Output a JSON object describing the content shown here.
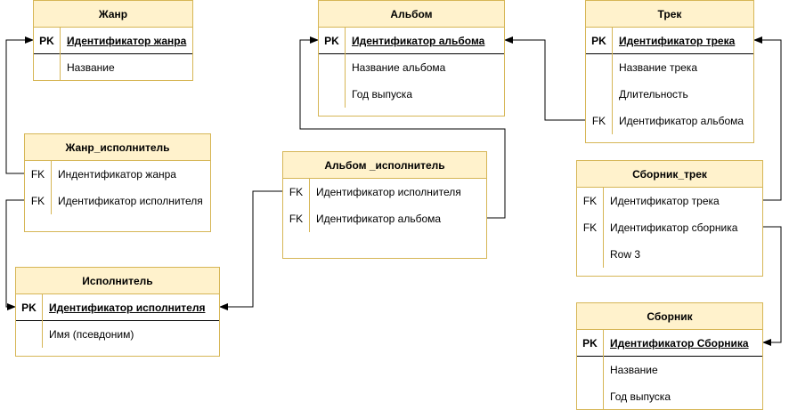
{
  "entities": {
    "genre": {
      "title": "Жанр",
      "rows": [
        {
          "key": "PK",
          "label": "Идентификатор жанра"
        },
        {
          "key": "",
          "label": "Название"
        }
      ]
    },
    "album": {
      "title": "Альбом",
      "rows": [
        {
          "key": "PK",
          "label": "Идентификатор альбома"
        },
        {
          "key": "",
          "label": "Название альбома"
        },
        {
          "key": "",
          "label": "Год выпуска"
        }
      ]
    },
    "track": {
      "title": "Трек",
      "rows": [
        {
          "key": "PK",
          "label": "Идентификатор трека"
        },
        {
          "key": "",
          "label": "Название трека"
        },
        {
          "key": "",
          "label": "Длительность"
        },
        {
          "key": "FK",
          "label": "Идентификатор альбома"
        }
      ]
    },
    "genre_artist": {
      "title": "Жанр_исполнитель",
      "rows": [
        {
          "key": "FK",
          "label": "Индентификатор жанра"
        },
        {
          "key": "FK",
          "label": "Идентификатор исполнителя"
        }
      ]
    },
    "album_artist": {
      "title": "Альбом _исполнитель",
      "rows": [
        {
          "key": "FK",
          "label": "Идентификатор исполнителя"
        },
        {
          "key": "FK",
          "label": "Идентификатор альбома"
        }
      ]
    },
    "collection_track": {
      "title": "Сборник_трек",
      "rows": [
        {
          "key": "FK",
          "label": "Идентификатор трека"
        },
        {
          "key": "FK",
          "label": "Идентификатор сборника"
        },
        {
          "key": "",
          "label": "Row 3"
        }
      ]
    },
    "artist": {
      "title": "Исполнитель",
      "rows": [
        {
          "key": "PK",
          "label": "Идентификатор исполнителя"
        },
        {
          "key": "",
          "label": "Имя (псевдоним)"
        }
      ]
    },
    "collection": {
      "title": "Сборник",
      "rows": [
        {
          "key": "PK",
          "label": "Идентификатор Сборника"
        },
        {
          "key": "",
          "label": "Название"
        },
        {
          "key": "",
          "label": "Год выпуска"
        }
      ]
    }
  },
  "colors": {
    "header_fill": "#fff2cc",
    "border": "#d6b656",
    "connector": "#000000"
  }
}
